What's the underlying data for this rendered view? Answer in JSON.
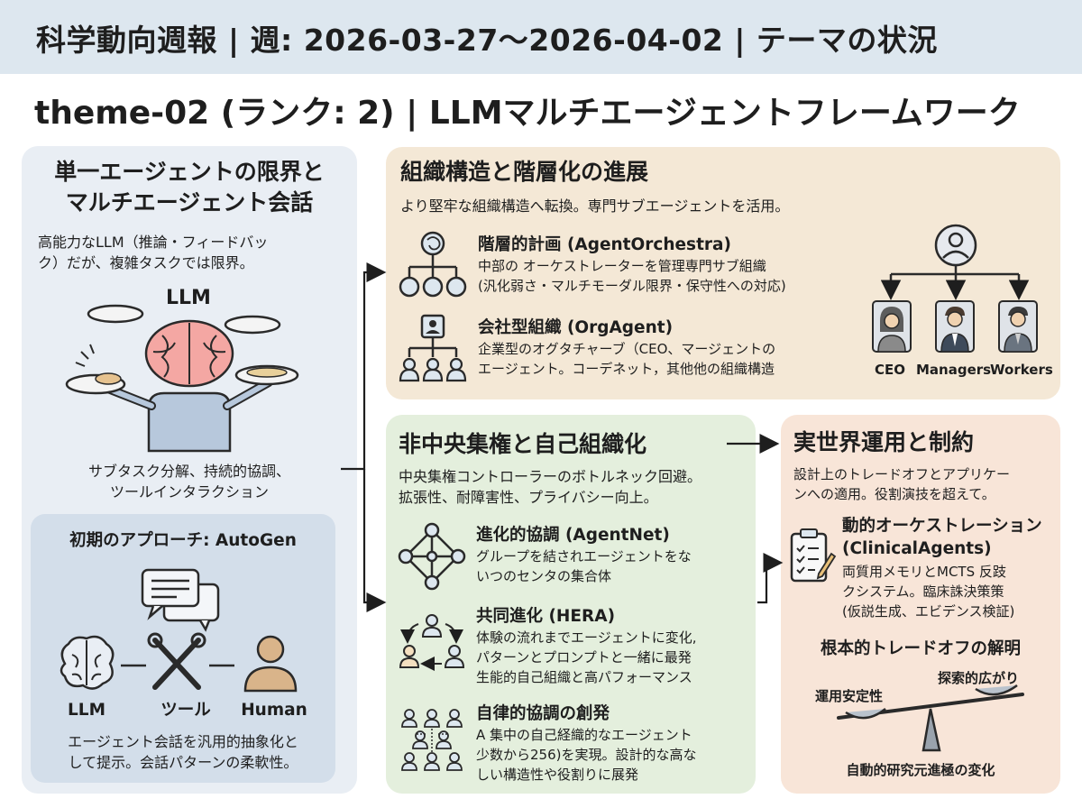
{
  "header": {
    "title": "科学動向週報 | 週: 2026-03-27〜2026-04-02 | テーマの状況"
  },
  "theme": {
    "title": "theme-02 (ランク: 2) | LLMマルチエージェントフレームワーク"
  },
  "left": {
    "title_line1": "単一エージェントの限界と",
    "title_line2": "マルチエージェント会話",
    "desc_line1": "高能力なLLM（推論・フィードバッ",
    "desc_line2": "ク）だが、複雑タスクでは限界。",
    "llm_label": "LLM",
    "caption_line1": "サブタスク分解、持続的協調、",
    "caption_line2": "ツールインタラクション",
    "autogen": {
      "title": "初期のアプローチ: AutoGen",
      "icon_labels": [
        "LLM",
        "ツール",
        "Human"
      ],
      "desc_line1": "エージェント会話を汎用的抽象化と",
      "desc_line2": "して提示。会話パターンの柔軟性。"
    }
  },
  "org": {
    "title": "組織構造と階層化の進展",
    "subtitle": "より堅牢な組織構造へ転換。専門サブエージェントを活用。",
    "items": [
      {
        "title": "階層的計画 (AgentOrchestra)",
        "line1": "中部の オーケストレーターを管理専門サブ組織",
        "line2": "(汎化弱さ・マルチモーダル限界・保守性への対応)"
      },
      {
        "title": "会社型組織 (OrgAgent)",
        "line1": "企業型のオグタチャーブ（CEO、マージェントの",
        "line2": "エージェント。コーデネット，其他他の組織構造"
      }
    ],
    "roles": [
      "CEO",
      "Managers",
      "Workers"
    ]
  },
  "decentral": {
    "title": "非中央集権と自己組織化",
    "subtitle_line1": "中央集権コントローラーのボトルネック回避。",
    "subtitle_line2": "拡張性、耐障害性、プライバシー向上。",
    "items": [
      {
        "title": "進化的協調 (AgentNet)",
        "line1": "グループを結されエージェントをな",
        "line2": "いつのセンタの集合体",
        "line3": ""
      },
      {
        "title": "共同進化 (HERA)",
        "line1": "体験の流れまでエージェントに変化,",
        "line2": "パターンとプロンプトと一緒に最発",
        "line3": "生能的自己組織と高パフォーマンス"
      },
      {
        "title": "自律的協調の創発",
        "line1": "A 集中の自己経織的なエージェント",
        "line2": "少数から256)を実現。設計的な高な",
        "line3": "しい構造性や役割りに展発"
      }
    ]
  },
  "real": {
    "title": "実世界運用と制約",
    "subtitle_line1": "設計上のトレードオフとアプリケー",
    "subtitle_line2": "ンへの適用。役割演技を超えて。",
    "item": {
      "title_line1": "動的オーケストレーション",
      "title_line2": "(ClinicalAgents)",
      "line1": "両質用メモリとMCTS 反跂",
      "line2": "クシステム。臨床誅決策策",
      "line3": "(仮説生成、エビデンス検証)"
    },
    "tradeoff": {
      "title": "根本的トレードオフの解明",
      "left_label": "運用安定性",
      "right_label": "探索的広がり",
      "caption": "自動的研究元進極の変化"
    }
  },
  "colors": {
    "header_band": "#dde7ef",
    "left_panel": "#e9eef4",
    "autogen_panel": "#d3deea",
    "org_panel": "#f4e8d6",
    "decentral_panel": "#e4efdd",
    "real_panel": "#f8e5d8",
    "brain_pink": "#f4a7a3",
    "person_tan": "#d9b48a"
  }
}
